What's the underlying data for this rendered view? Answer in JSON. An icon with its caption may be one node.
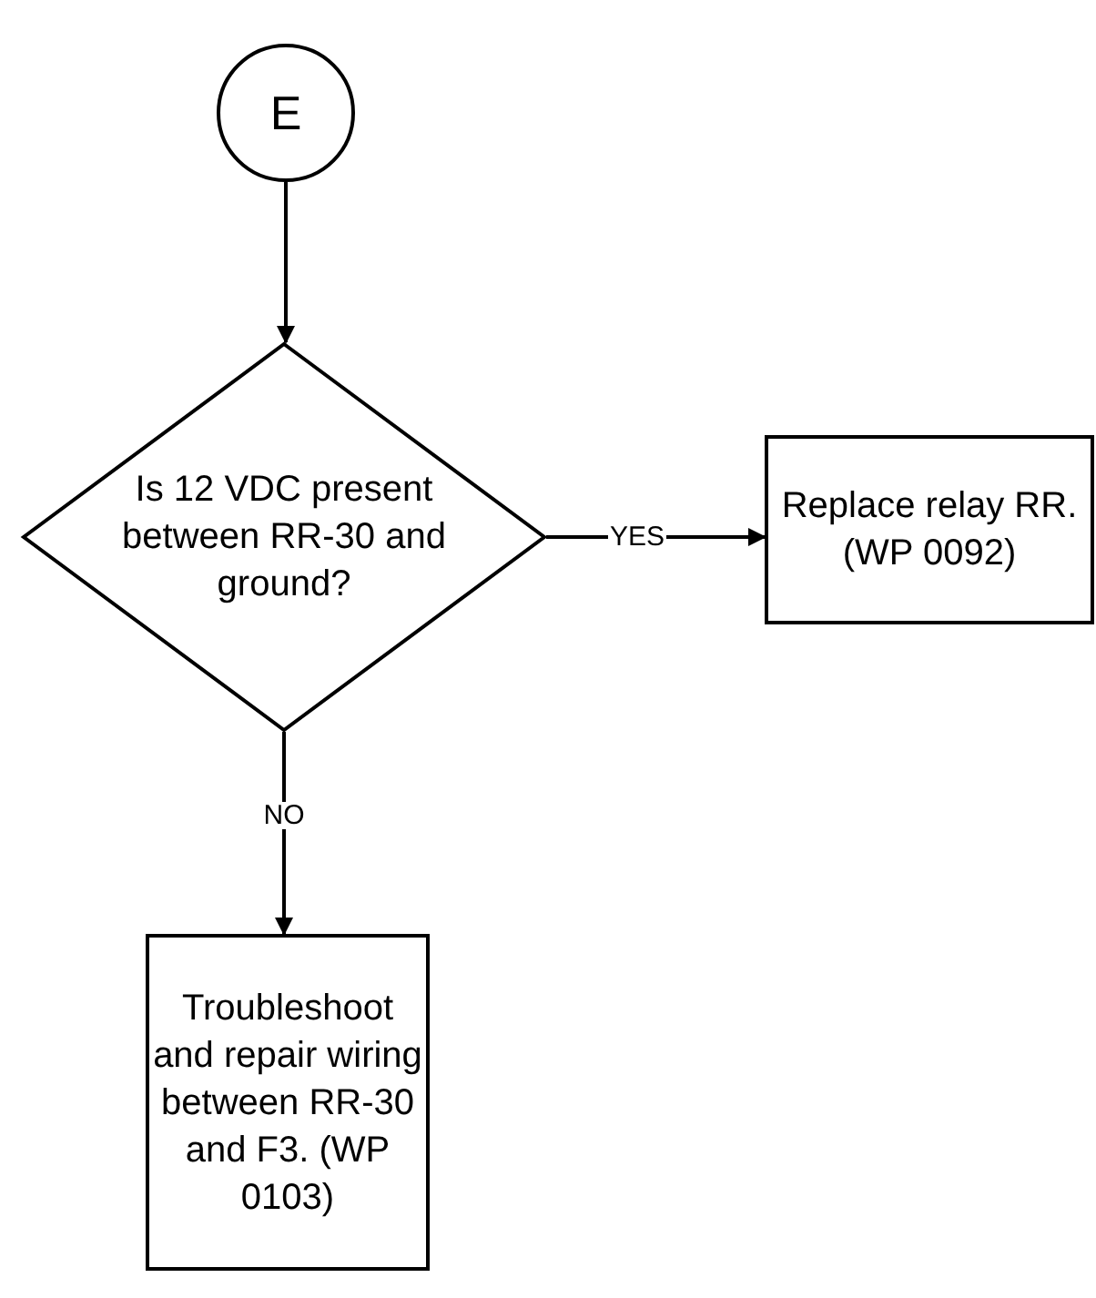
{
  "diagram": {
    "nodes": [
      {
        "text": [
          "E"
        ]
      },
      {
        "text": [
          "Is 12 VDC present between RR-30 and ground?"
        ]
      },
      {
        "text": [
          "Replace relay RR. (WP 0092)"
        ]
      },
      {
        "text": [
          "Troubleshoot and repair wiring between RR-30 and F3. (WP 0103)"
        ]
      }
    ],
    "edges": [
      {
        "from": 0,
        "to": 1,
        "arrow": "to"
      },
      {
        "from": 1,
        "to": 2,
        "arrow": "to",
        "label": "YES"
      },
      {
        "from": 1,
        "to": 3,
        "arrow": "to",
        "label": "NO"
      }
    ]
  }
}
